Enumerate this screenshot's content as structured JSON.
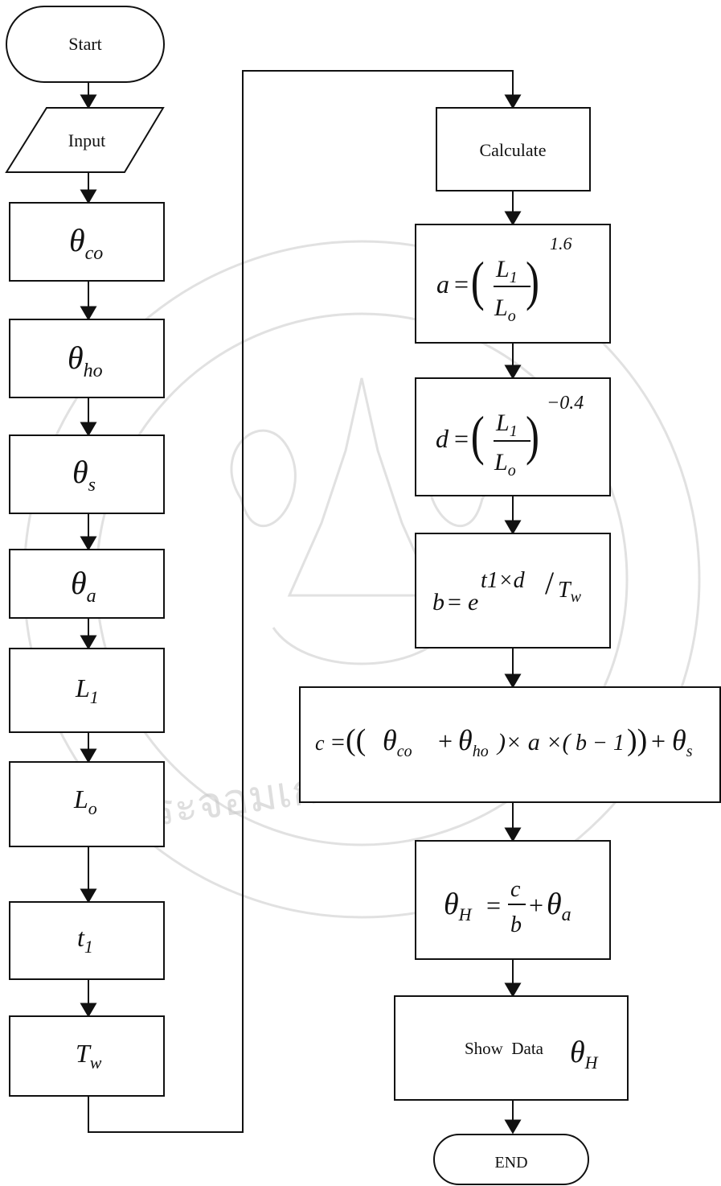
{
  "flowchart": {
    "left_column": {
      "start": "Start",
      "input": "Input",
      "theta_co": {
        "base": "θ",
        "sub": "co"
      },
      "theta_ho": {
        "base": "θ",
        "sub": "ho"
      },
      "theta_s": {
        "base": "θ",
        "sub": "s"
      },
      "theta_a": {
        "base": "θ",
        "sub": "a"
      },
      "L1": {
        "base": "L",
        "sub": "1"
      },
      "Lo": {
        "base": "L",
        "sub": "o"
      },
      "t1": {
        "base": "t",
        "sub": "1"
      },
      "Tw": {
        "base": "T",
        "sub": "w"
      }
    },
    "right_column": {
      "calculate": "Calculate",
      "eq_a": {
        "lhs": "a",
        "eq": "=",
        "num": {
          "base": "L",
          "sub": "1"
        },
        "den": {
          "base": "L",
          "sub": "o"
        },
        "exponent": "1.6"
      },
      "eq_d": {
        "lhs": "d",
        "eq": "=",
        "num": {
          "base": "L",
          "sub": "1"
        },
        "den": {
          "base": "L",
          "sub": "o"
        },
        "exponent": "−0.4"
      },
      "eq_b": {
        "lhs": "b",
        "eq": "=",
        "base": "e",
        "exponent": "t1×d",
        "slash": "/",
        "exp_tail": {
          "base": "T",
          "sub": "w"
        }
      },
      "eq_c": {
        "lhs": "c",
        "eq": "=",
        "open": "((",
        "t1": {
          "base": "θ",
          "sub": "co"
        },
        "plus": "+",
        "t2": {
          "base": "θ",
          "sub": "ho"
        },
        "mid": ")× a ×(",
        "bm1": "b − 1",
        "close": "))",
        "plus2": "+",
        "t3": {
          "base": "θ",
          "sub": "s"
        }
      },
      "eq_theta": {
        "lhs": {
          "base": "θ",
          "sub": "H"
        },
        "eq": "=",
        "num": "c",
        "den": "b",
        "plus": "+",
        "rhs": {
          "base": "θ",
          "sub": "a"
        }
      },
      "show": {
        "label": "Show  Data",
        "base": "θ",
        "sub": "H"
      },
      "end": "END"
    }
  },
  "watermark": {
    "text": "ัยพระจอมเกล้าพระนครเหนือ"
  }
}
